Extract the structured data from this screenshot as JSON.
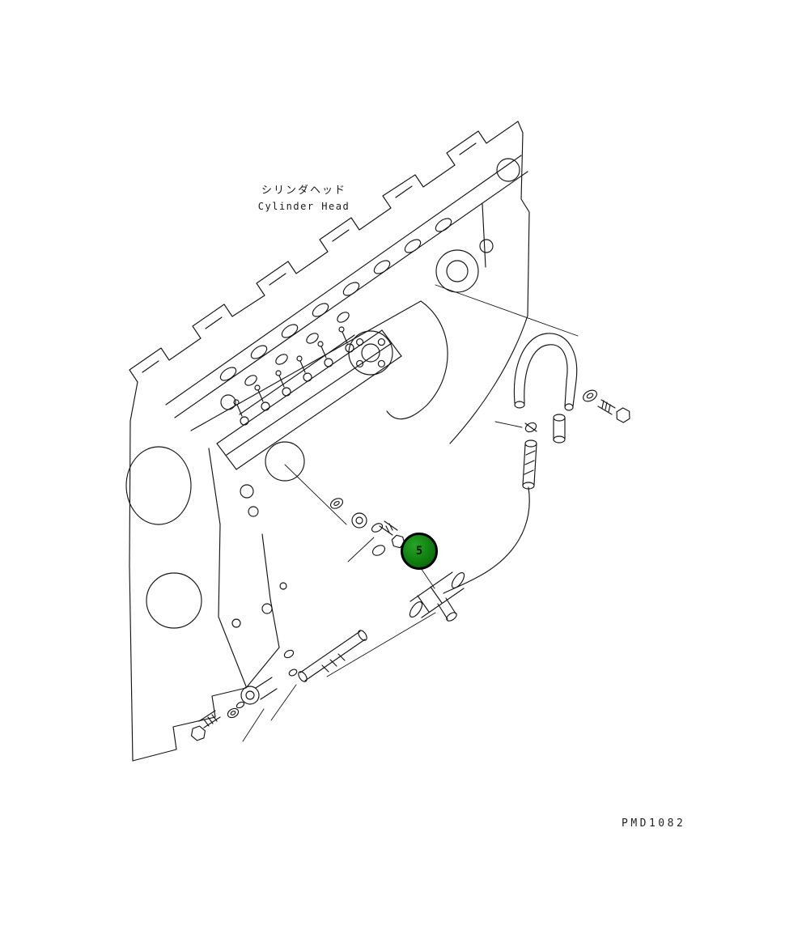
{
  "labels": {
    "component_title_jp": "シリンダヘッド",
    "component_title_en": "Cylinder Head",
    "drawing_code": "PMD1082"
  },
  "callout": {
    "number": "5",
    "fill_color": "#0f7e0f",
    "border_color": "#000000"
  },
  "diagram": {
    "type": "parts-line-drawing",
    "subject": "engine cylinder head with fuel injection pump and fuel piping",
    "line_color": "#151515",
    "background_color": "#ffffff"
  }
}
